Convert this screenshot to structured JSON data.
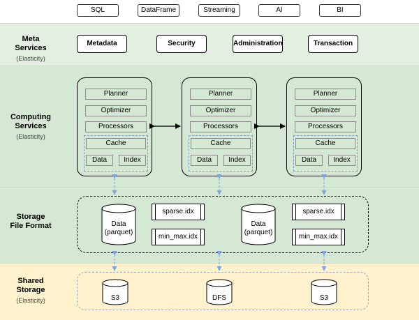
{
  "apis": [
    "SQL",
    "DataFrame",
    "Streaming",
    "AI",
    "BI"
  ],
  "meta": {
    "title": "Meta\nServices",
    "subtitle": "(Elasticity)",
    "services": [
      "Metadata",
      "Security",
      "Administration",
      "Transaction"
    ]
  },
  "computing": {
    "title": "Computing\nServices",
    "subtitle": "(Elasticity)",
    "components": [
      "Planner",
      "Optimizer",
      "Processors"
    ],
    "cache": "Cache",
    "data": "Data",
    "index": "Index"
  },
  "storage_format": {
    "title": "Storage\nFile Format",
    "data_file": "Data\n(parquet)",
    "sparse_index": "sparse.idx",
    "minmax_index": "min_max.idx"
  },
  "shared_storage": {
    "title": "Shared\nStorage",
    "subtitle": "(Elasticity)",
    "stores": [
      "S3",
      "DFS",
      "S3"
    ]
  },
  "colors": {
    "green_band": "#d5e8d4",
    "light_green_band": "#e3efe1",
    "yellow_band": "#fff2cc",
    "arrow_blue": "#7ea6e0",
    "dashed_blue": "#7a9cc6"
  }
}
